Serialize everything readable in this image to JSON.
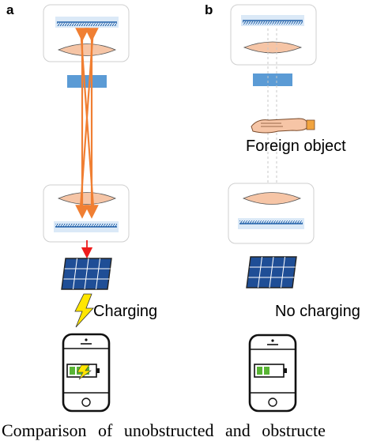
{
  "panels": {
    "a": {
      "label": "a",
      "status_text": "Charging"
    },
    "b": {
      "label": "b",
      "obstacle_text": "Foreign object",
      "status_text": "No charging"
    }
  },
  "caption": "Comparison of unobstructed and obstructe",
  "colors": {
    "beam": "#f07f33",
    "arrow": "#ee1c1c",
    "lens": "#f6c5a6",
    "mirror": "#2e75b6",
    "mirror_band": "#dbe9f7",
    "splitter": "#5b9bd5",
    "solar_cell": "#1f4e96",
    "lightning": "#ffe600",
    "battery_fill": "#59b535"
  },
  "icons": [
    "retroreflector-icon",
    "lens-icon",
    "beam-splitter-icon",
    "hand-icon",
    "solar-panel-icon",
    "lightning-icon",
    "smartphone-icon",
    "battery-icon"
  ]
}
